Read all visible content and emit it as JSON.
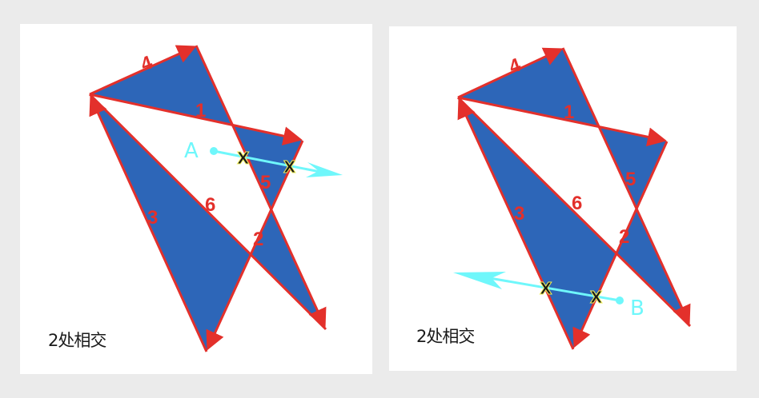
{
  "colors": {
    "background": "#ebebeb",
    "panel": "#ffffff",
    "fill": "#2d66b8",
    "edge": "#e3302b",
    "ray": "#6ff7fb",
    "marker_fill": "#1a1a1a",
    "marker_glow": "#f2f25a",
    "caption": "#1a1a1a"
  },
  "panels": [
    {
      "id": "left",
      "caption": "2处相交",
      "ray_origin_label": "A",
      "ray_direction": "right",
      "intersection_marker": "X",
      "intersection_count": 2,
      "edge_labels": [
        "4",
        "1",
        "5",
        "6",
        "3",
        "2"
      ]
    },
    {
      "id": "right",
      "caption": "2处相交",
      "ray_origin_label": "B",
      "ray_direction": "left",
      "intersection_marker": "X",
      "intersection_count": 2,
      "edge_labels": [
        "4",
        "1",
        "5",
        "6",
        "3",
        "2"
      ]
    }
  ]
}
